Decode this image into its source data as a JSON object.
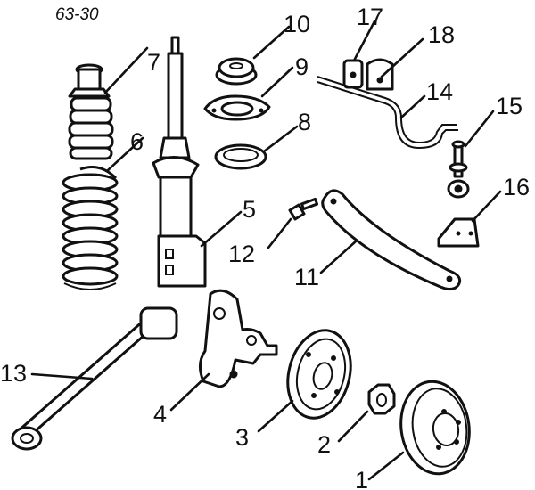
{
  "diagram": {
    "code": "63-30",
    "callouts": [
      {
        "id": "c1",
        "label": "1"
      },
      {
        "id": "c2",
        "label": "2"
      },
      {
        "id": "c3",
        "label": "3"
      },
      {
        "id": "c4",
        "label": "4"
      },
      {
        "id": "c5",
        "label": "5"
      },
      {
        "id": "c6",
        "label": "6"
      },
      {
        "id": "c7",
        "label": "7"
      },
      {
        "id": "c8",
        "label": "8"
      },
      {
        "id": "c9",
        "label": "9"
      },
      {
        "id": "c10",
        "label": "10"
      },
      {
        "id": "c11",
        "label": "11"
      },
      {
        "id": "c12",
        "label": "12"
      },
      {
        "id": "c13",
        "label": "13"
      },
      {
        "id": "c14",
        "label": "14"
      },
      {
        "id": "c15",
        "label": "15"
      },
      {
        "id": "c16",
        "label": "16"
      },
      {
        "id": "c17",
        "label": "17"
      },
      {
        "id": "c18",
        "label": "18"
      }
    ]
  }
}
